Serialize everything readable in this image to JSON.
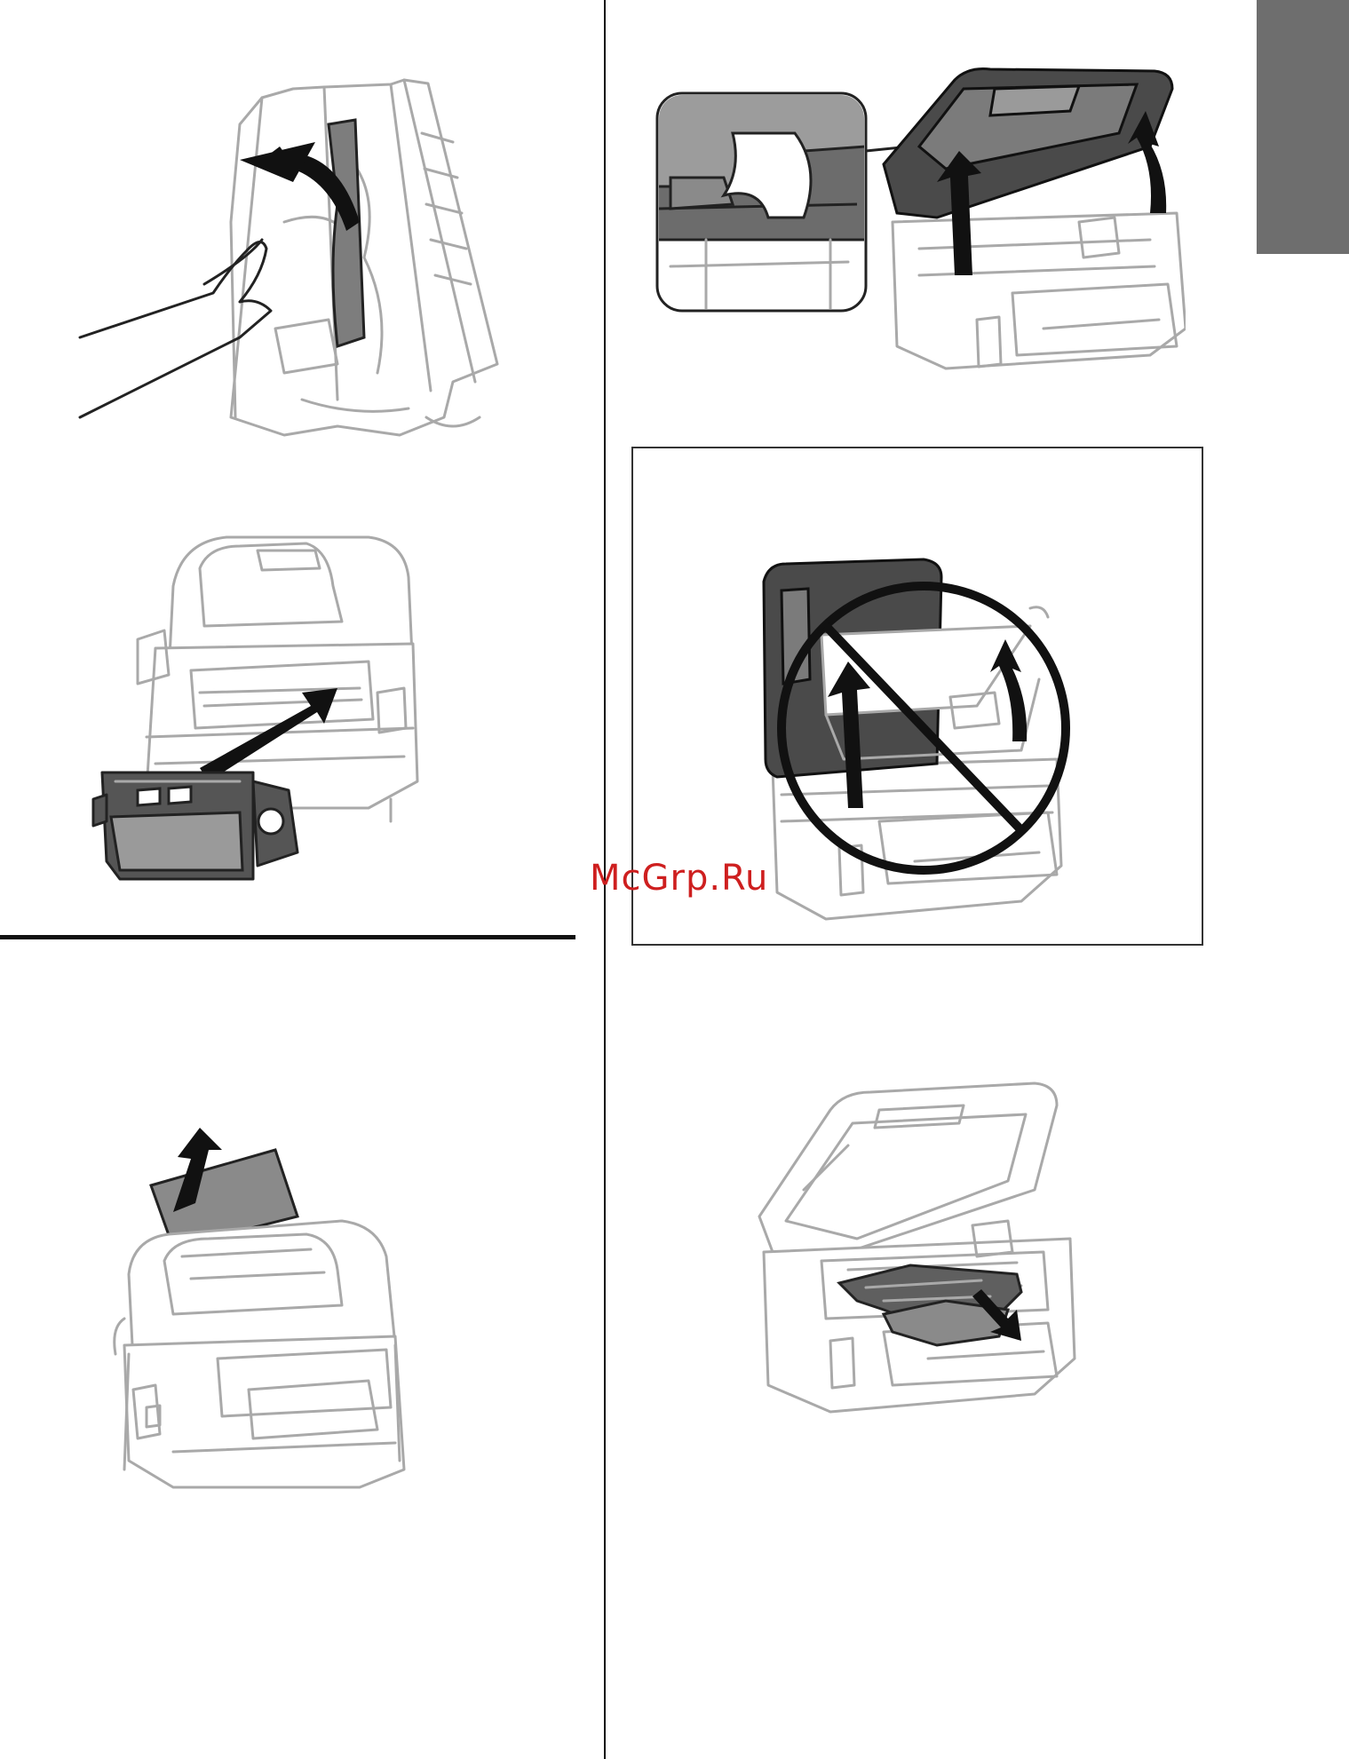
{
  "watermark": {
    "text": "McGrp.Ru",
    "color": "#ce1f1f"
  },
  "side_tab": {
    "color": "#6e6e6e"
  },
  "colors": {
    "line_art": "#a9a9a9",
    "ink": "#111111",
    "rule": "#111111"
  },
  "figures": [
    {
      "id": "fig-1",
      "icon": "hand-remove-jammed-paper-from-rear-unit"
    },
    {
      "id": "fig-2",
      "icon": "reinsert-rear-unit-into-printer"
    },
    {
      "id": "fig-3",
      "icon": "pull-paper-out-of-rear-feeder"
    },
    {
      "id": "fig-4",
      "icon": "lift-scanner-unit-with-hand-inset"
    },
    {
      "id": "fig-5",
      "icon": "do-not-open-scanner-with-document-cover-prohibited"
    },
    {
      "id": "fig-6",
      "icon": "remove-jammed-paper-inside-printer"
    }
  ]
}
